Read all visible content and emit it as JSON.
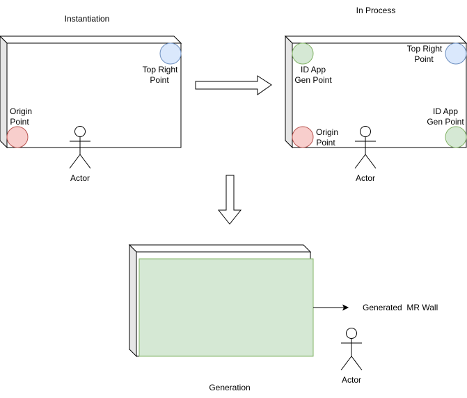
{
  "labels": {
    "instantiation": "Instantiation",
    "in_process": "In Process",
    "generation": "Generation",
    "actor": "Actor",
    "origin_point": [
      "Origin",
      "Point"
    ],
    "top_right_point": [
      "Top Right",
      "Point"
    ],
    "id_app_gen_point": [
      "ID App",
      "Gen Point"
    ],
    "generated_mr_wall": "Generated  MR Wall"
  },
  "colors": {
    "origin_fill": "#f8cecc",
    "origin_stroke": "#b85450",
    "top_right_fill": "#dae8fc",
    "top_right_stroke": "#6c8ebf",
    "gen_fill": "#d5e8d4",
    "gen_stroke": "#82b366",
    "wall_side": "#e6e6e6",
    "stroke": "#000000"
  }
}
